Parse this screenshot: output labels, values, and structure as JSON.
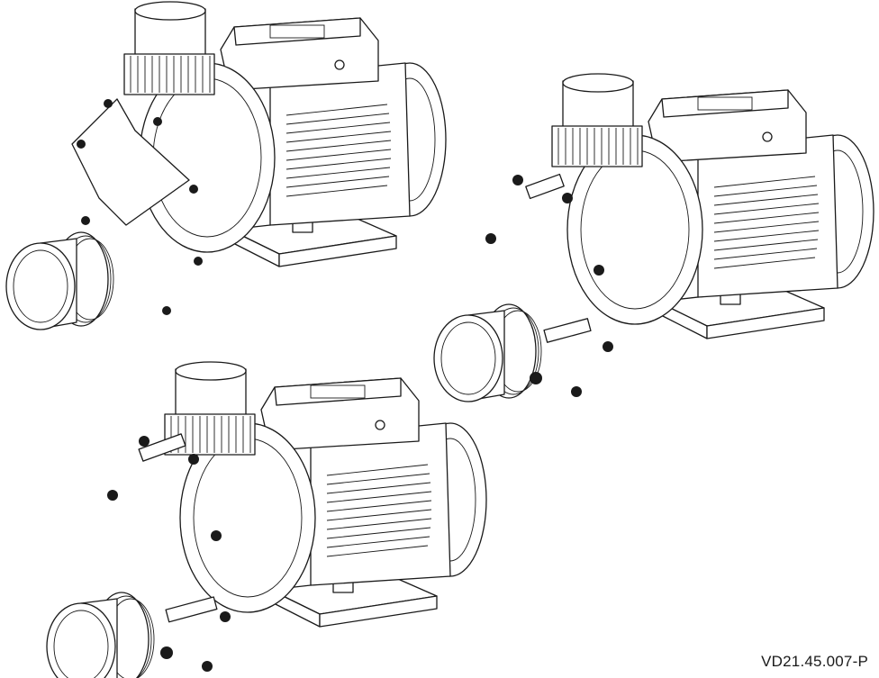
{
  "figure": {
    "reference_code": "VD21.45.007-P",
    "line_color": "#1a1a1a",
    "background": "#ffffff"
  },
  "illustrations": [
    {
      "id": "pump-a",
      "icon": "pump-with-open-front-impeller-housing"
    },
    {
      "id": "pump-b",
      "icon": "pump-with-bolted-front-housing"
    },
    {
      "id": "pump-c",
      "icon": "pump-with-bolted-front-housing-and-drain-plug"
    }
  ]
}
